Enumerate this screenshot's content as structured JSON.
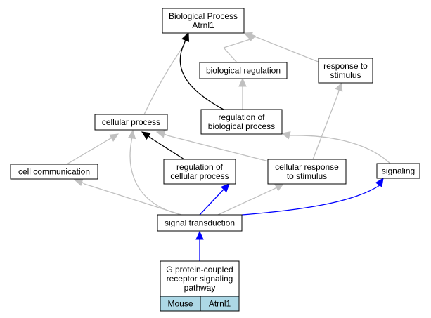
{
  "diagram": {
    "colors": {
      "grey_edge": "#c0c0c0",
      "black_edge": "#000000",
      "blue_edge": "#0000ff",
      "species_fill": "#add8e6"
    },
    "nodes": {
      "root": {
        "lines": [
          "Biological Process",
          "Atrnl1"
        ]
      },
      "biological_regulation": {
        "lines": [
          "biological regulation"
        ]
      },
      "response_to_stimulus": {
        "lines": [
          "response to",
          "stimulus"
        ]
      },
      "cellular_process": {
        "lines": [
          "cellular process"
        ]
      },
      "regulation_of_biological_process": {
        "lines": [
          "regulation of",
          "biological process"
        ]
      },
      "cell_communication": {
        "lines": [
          "cell communication"
        ]
      },
      "regulation_of_cellular_process": {
        "lines": [
          "regulation of",
          "cellular process"
        ]
      },
      "cellular_response_to_stimulus": {
        "lines": [
          "cellular response",
          "to stimulus"
        ]
      },
      "signaling": {
        "lines": [
          "signaling"
        ]
      },
      "signal_transduction": {
        "lines": [
          "signal transduction"
        ]
      },
      "gpcr_pathway": {
        "lines": [
          "G protein-coupled",
          "receptor signaling",
          "pathway"
        ]
      }
    },
    "annotation": {
      "species": "Mouse",
      "gene": "Atrnl1"
    },
    "edges": [
      {
        "from": "biological_regulation",
        "to": "root",
        "color": "grey"
      },
      {
        "from": "response_to_stimulus",
        "to": "root",
        "color": "grey"
      },
      {
        "from": "cellular_process",
        "to": "root",
        "color": "grey"
      },
      {
        "from": "regulation_of_biological_process",
        "to": "root",
        "color": "black"
      },
      {
        "from": "regulation_of_biological_process",
        "to": "biological_regulation",
        "color": "grey"
      },
      {
        "from": "cell_communication",
        "to": "cellular_process",
        "color": "grey"
      },
      {
        "from": "regulation_of_cellular_process",
        "to": "cellular_process",
        "color": "black"
      },
      {
        "from": "regulation_of_cellular_process",
        "to": "regulation_of_biological_process",
        "color": "grey"
      },
      {
        "from": "cellular_response_to_stimulus",
        "to": "cellular_process",
        "color": "grey"
      },
      {
        "from": "cellular_response_to_stimulus",
        "to": "response_to_stimulus",
        "color": "grey"
      },
      {
        "from": "signaling",
        "to": "regulation_of_biological_process",
        "color": "grey"
      },
      {
        "from": "signal_transduction",
        "to": "cellular_process",
        "color": "grey"
      },
      {
        "from": "signal_transduction",
        "to": "cell_communication",
        "color": "blue"
      },
      {
        "from": "signal_transduction",
        "to": "regulation_of_cellular_process",
        "color": "grey"
      },
      {
        "from": "signal_transduction",
        "to": "cellular_response_to_stimulus",
        "color": "blue"
      },
      {
        "from": "signal_transduction",
        "to": "signaling",
        "color": "blue"
      },
      {
        "from": "gpcr_pathway",
        "to": "signal_transduction",
        "color": "grey"
      }
    ]
  }
}
